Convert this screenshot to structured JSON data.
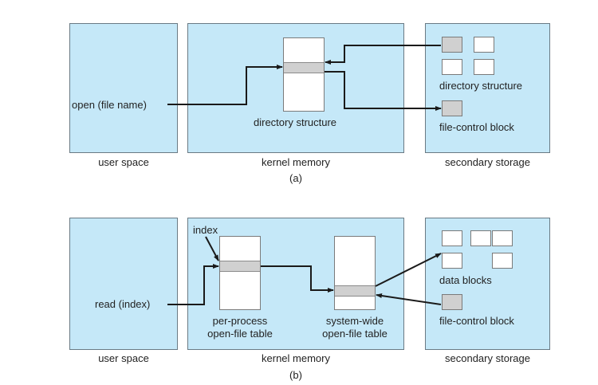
{
  "diagram_a": {
    "caption": "(a)",
    "user_space": {
      "label": "user space",
      "call": "open (file name)"
    },
    "kernel_memory": {
      "label": "kernel memory",
      "table_label": "directory structure"
    },
    "secondary_storage": {
      "label": "secondary storage",
      "dir_label": "directory structure",
      "fcb_label": "file-control block"
    }
  },
  "diagram_b": {
    "caption": "(b)",
    "user_space": {
      "label": "user space",
      "call": "read (index)"
    },
    "kernel_memory": {
      "label": "kernel memory",
      "index_label": "index",
      "per_process_line1": "per-process",
      "per_process_line2": "open-file table",
      "system_wide_line1": "system-wide",
      "system_wide_line2": "open-file table"
    },
    "secondary_storage": {
      "label": "secondary storage",
      "data_label": "data blocks",
      "fcb_label": "file-control block"
    }
  }
}
